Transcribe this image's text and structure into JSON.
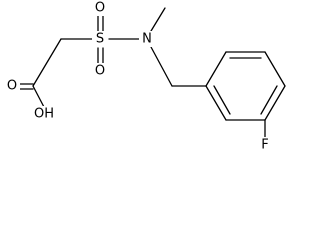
{
  "molecule": {
    "atoms": {
      "oxygen_carbonyl": "O",
      "hydroxyl": "OH",
      "sulfur": "S",
      "oxygen_sulfonyl_top": "O",
      "oxygen_sulfonyl_bottom": "O",
      "nitrogen": "N",
      "fluorine": "F"
    },
    "colors": {
      "bond": "#000000",
      "label": "#000000",
      "background": "#ffffff"
    }
  }
}
